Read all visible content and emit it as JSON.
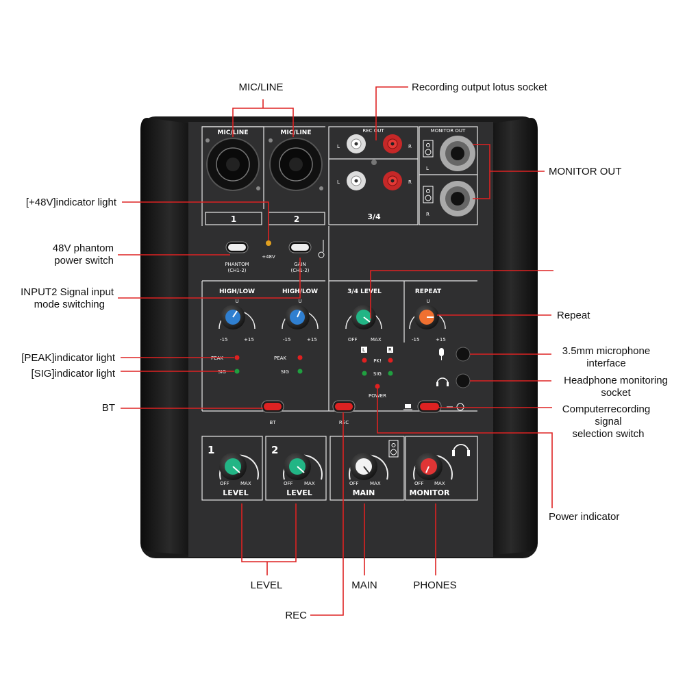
{
  "callouts": {
    "mic_line_top": "MIC/LINE",
    "rec_output": "Recording output lotus socket",
    "monitor_out": "MONITOR OUT",
    "indicator_48v": "[+48V]indicator light",
    "phantom_switch_1": "48V phantom",
    "phantom_switch_2": "power switch",
    "input2_mode_1": "INPUT2 Signal input",
    "input2_mode_2": "mode switching",
    "repeat": "Repeat",
    "mic_interface_1": "3.5mm microphone",
    "mic_interface_2": "interface",
    "headphone_socket_1": "Headphone monitoring",
    "headphone_socket_2": "socket",
    "peak_light": "[PEAK]indicator light",
    "sig_light": "[SIG]indicator light",
    "bt": "BT",
    "computer_switch_1": "Computerrecording",
    "computer_switch_2": "signal",
    "computer_switch_3": "selection switch",
    "power_indicator": "Power indicator",
    "level": "LEVEL",
    "main": "MAIN",
    "phones": "PHONES",
    "rec": "REC"
  },
  "panel": {
    "mic_line_1": "MIC/LINE",
    "mic_line_2": "MIC/LINE",
    "ch1": "1",
    "ch2": "2",
    "rec_out": "REC OUT",
    "monitor_out": "MONITOR OUT",
    "l": "L",
    "r": "R",
    "three_four": "3/4",
    "phantom": "PHANTOM",
    "phantom_sub": "(CH1-2)",
    "plus48v": "+48V",
    "gain": "GAIN",
    "gain_sub": "(CH1-2)",
    "high_low_1": "HIGH/LOW",
    "high_low_2": "HIGH/LOW",
    "level_34": "3/4 LEVEL",
    "repeat": "REPEAT",
    "u": "U",
    "minus15": "-15",
    "plus15": "+15",
    "off": "OFF",
    "max": "MAX",
    "peak": "PEAK",
    "sig": "SIG",
    "pk": "PK!",
    "power": "POWER",
    "bt": "BT",
    "rec": "REC",
    "level": "LEVEL",
    "main": "MAIN",
    "monitor": "MONITOR",
    "num1": "1",
    "num2": "2"
  },
  "colors": {
    "lead": "#dd2222",
    "knob_blue": "#2f7fd0",
    "knob_green": "#22b585",
    "knob_orange": "#f07030",
    "knob_red": "#e03535",
    "knob_white": "#f2f2f2",
    "led_red": "#e02020",
    "led_green": "#20a040",
    "led_amber": "#e0a020"
  }
}
